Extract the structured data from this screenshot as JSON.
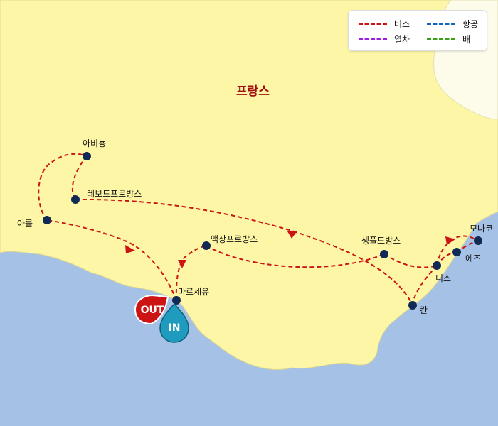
{
  "map": {
    "country_label": "프랑스",
    "colors": {
      "sea": "#a5c2e6",
      "land": "#fdf6a6",
      "neighbor": "#fdfbea",
      "route": "#cc1414",
      "city_dot": "#102a55",
      "out_badge": "#cc1414",
      "in_badge": "#1e9bbd"
    },
    "legend": {
      "items": [
        {
          "label": "버스",
          "color": "#cc1414"
        },
        {
          "label": "항공",
          "color": "#1565c0"
        },
        {
          "label": "열차",
          "color": "#9b1fe0"
        },
        {
          "label": "배",
          "color": "#3aa018"
        }
      ]
    },
    "cities": [
      {
        "name": "아비뇽"
      },
      {
        "name": "레보드프로방스"
      },
      {
        "name": "아를"
      },
      {
        "name": "액상프로방스"
      },
      {
        "name": "마르세유"
      },
      {
        "name": "생폴드방스"
      },
      {
        "name": "칸"
      },
      {
        "name": "니스"
      },
      {
        "name": "에즈"
      },
      {
        "name": "모나코"
      }
    ],
    "badges": {
      "out": "OUT",
      "in": "IN"
    }
  }
}
